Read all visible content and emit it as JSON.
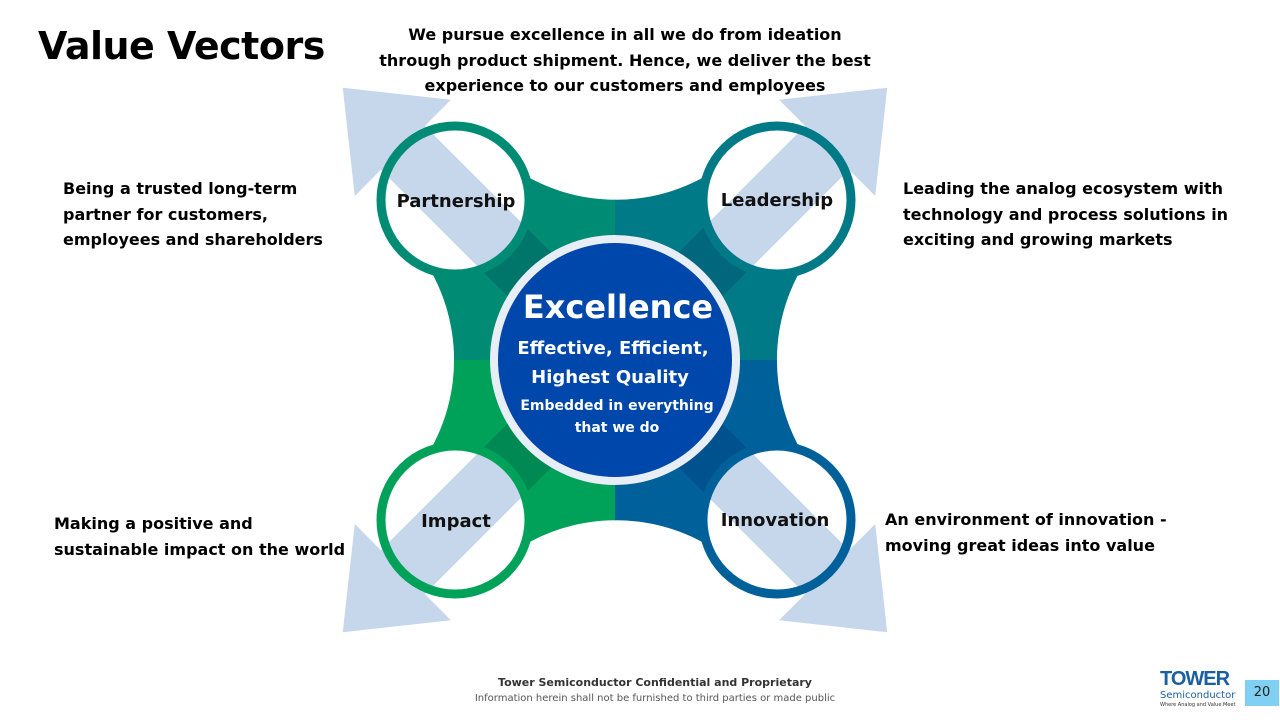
{
  "title": "Value Vectors",
  "descriptions": {
    "top": "We pursue excellence in all we do from ideation through product shipment. Hence, we deliver the best experience to our customers and employees",
    "partnership": "Being a trusted long-term partner for customers, employees and shareholders",
    "leadership": "Leading the analog ecosystem with technology and process solutions in exciting and growing markets",
    "impact": "Making a positive and sustainable impact on the world",
    "innovation": "An environment of innovation - moving great ideas into value"
  },
  "nodes": {
    "partnership": "Partnership",
    "leadership": "Leadership",
    "impact": "Impact",
    "innovation": "Innovation"
  },
  "center": {
    "title": "Excellence",
    "line1": "Effective, Efficient,",
    "line2": "Highest Quality",
    "line3": "Embedded in everything",
    "line4": "that we do"
  },
  "footer": {
    "line1": "Tower Semiconductor Confidential and Proprietary",
    "line2": "Information herein shall not be furnished to third parties or made public"
  },
  "logo": {
    "name": "TOWER",
    "sub": "Semiconductor",
    "tagline": "Where Analog and Value Meet"
  },
  "page_number": "20",
  "colors": {
    "partnership": "#008c74",
    "leadership": "#007a86",
    "impact": "#00a25a",
    "innovation": "#00619a",
    "center": "#0047ab",
    "arrow": "#c6d7ec"
  }
}
